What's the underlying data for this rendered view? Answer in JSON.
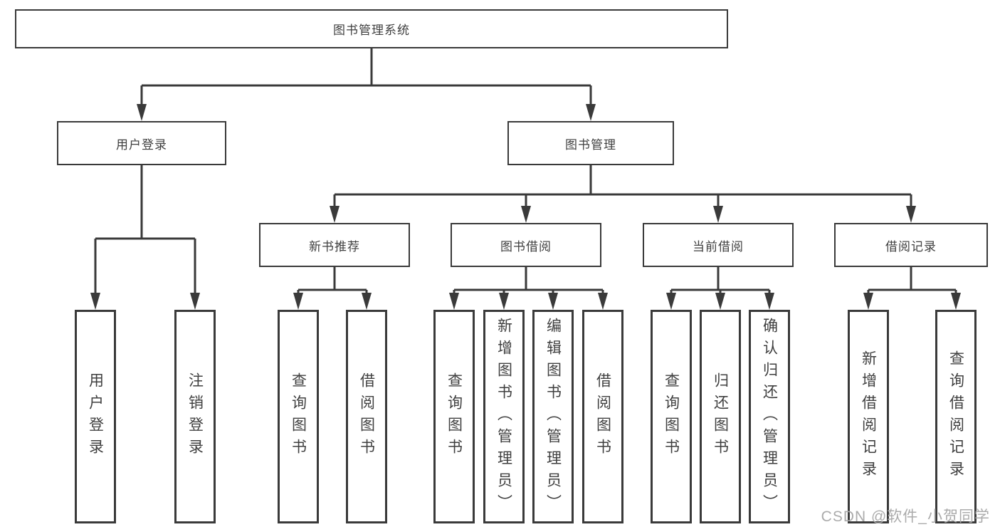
{
  "title": "图书管理系统",
  "branches": {
    "user": {
      "label": "用户登录",
      "children": [
        "用户登录",
        "注销登录"
      ]
    },
    "mgmt": {
      "label": "图书管理",
      "sections": [
        {
          "label": "新书推荐",
          "children": [
            "查询图书",
            "借阅图书"
          ]
        },
        {
          "label": "图书借阅",
          "children": [
            "查询图书",
            "新增图书（管理员）",
            "编辑图书（管理员）",
            "借阅图书"
          ]
        },
        {
          "label": "当前借阅",
          "children": [
            "查询图书",
            "归还图书",
            "确认归还（管理员）"
          ]
        },
        {
          "label": "借阅记录",
          "children": [
            "新增借阅记录",
            "查询借阅记录"
          ]
        }
      ]
    }
  },
  "watermark": "CSDN @软件_小贺同学",
  "colors": {
    "line": "#3a3a3a",
    "text": "#3f3f3f",
    "boxbg": "#ffffff",
    "pagebg": "#ffffff",
    "watermark": "#ababab"
  }
}
